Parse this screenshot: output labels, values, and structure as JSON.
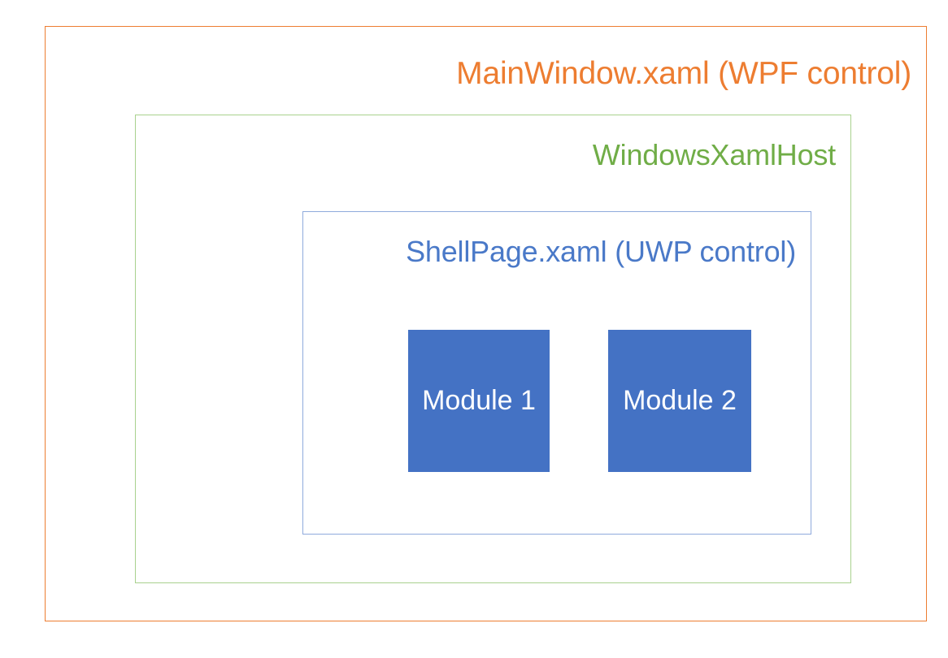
{
  "diagram": {
    "title_implied": "WPF / XAML Island hosting hierarchy",
    "layers": [
      {
        "id": "mainwindow",
        "label": "MainWindow.xaml (WPF control)",
        "border_color": "#ED7D31",
        "text_color": "#ED7D31"
      },
      {
        "id": "windowsxamlhost",
        "label": "WindowsXamlHost",
        "border_color": "#A9D18E",
        "text_color": "#70AD47"
      },
      {
        "id": "shellpage",
        "label": "ShellPage.xaml (UWP control)",
        "border_color": "#8FAADC",
        "text_color": "#4A79C8"
      }
    ],
    "modules": [
      {
        "id": "module-1",
        "label": "Module 1",
        "fill_color": "#4472C4",
        "text_color": "#FFFFFF"
      },
      {
        "id": "module-2",
        "label": "Module 2",
        "fill_color": "#4472C4",
        "text_color": "#FFFFFF"
      }
    ],
    "background_color": "#FFFFFF"
  }
}
